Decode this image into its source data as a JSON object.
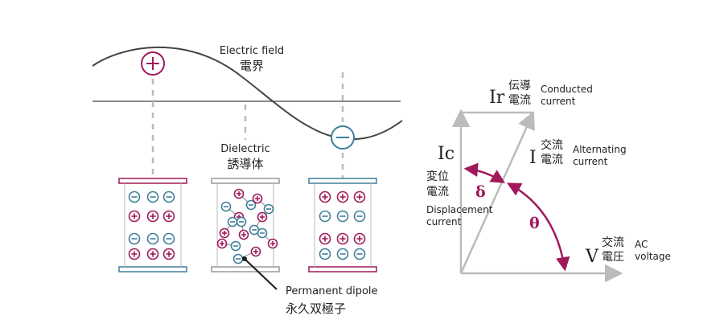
{
  "field": {
    "label_en": "Electric field",
    "label_jp": "電界",
    "plus": "+",
    "minus": "−"
  },
  "dielectric": {
    "label_en": "Dielectric",
    "label_jp": "誘導体"
  },
  "dipole": {
    "label_en": "Permanent dipole",
    "label_jp": "永久双極子"
  },
  "phasor": {
    "ir": {
      "symbol": "Ir",
      "jp_line1": "伝導",
      "jp_line2": "電流",
      "en_line1": "Conducted",
      "en_line2": "current"
    },
    "i": {
      "symbol": "I",
      "jp_line1": "交流",
      "jp_line2": "電流",
      "en_line1": "Alternating",
      "en_line2": "current"
    },
    "ic": {
      "symbol": "Ic",
      "jp_line1": "変位",
      "jp_line2": "電流",
      "en_line1": "Displacement",
      "en_line2": "current"
    },
    "v": {
      "symbol": "V",
      "jp_line1": "交流",
      "jp_line2": "電圧",
      "en_line1": "AC",
      "en_line2": "voltage"
    },
    "delta": "δ",
    "theta": "θ"
  },
  "colors": {
    "positive": "#a0195a",
    "negative": "#3f7f9a",
    "wave": "#444444",
    "guide": "#bbbbbb",
    "arrow": "#bbbbbb"
  }
}
